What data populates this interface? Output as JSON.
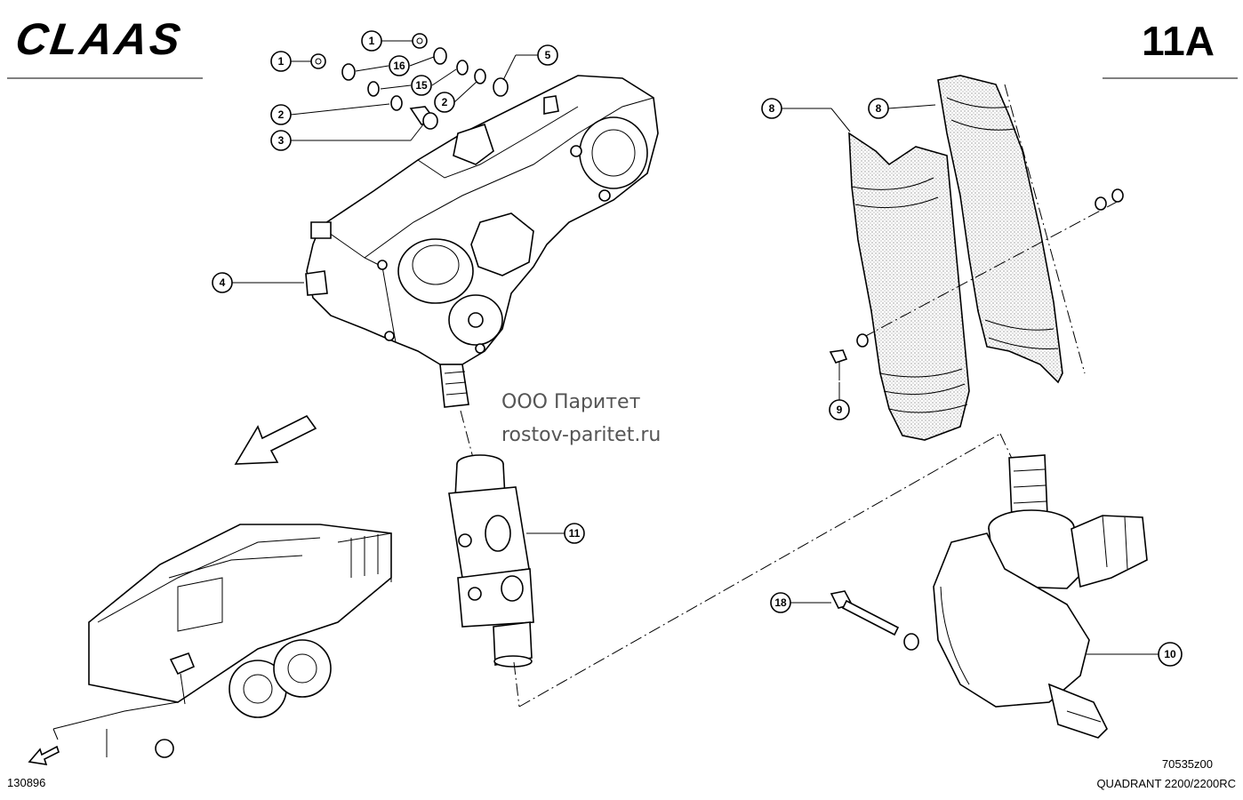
{
  "header": {
    "logo": "CLAAS",
    "sheet_number": "11A"
  },
  "watermark": {
    "company": "ООО Паритет",
    "site": "rostov-paritet.ru"
  },
  "footer": {
    "doc_number": "130896",
    "drawing_code": "70535z00",
    "model": "QUADRANT 2200/2200RC"
  },
  "callouts": {
    "c1a": "1",
    "c1b": "1",
    "c16": "16",
    "c15": "15",
    "c2a": "2",
    "c2b": "2",
    "c3": "3",
    "c5": "5",
    "c4": "4",
    "c8a": "8",
    "c8b": "8",
    "c9": "9",
    "c11": "11",
    "c18": "18",
    "c10": "10"
  }
}
